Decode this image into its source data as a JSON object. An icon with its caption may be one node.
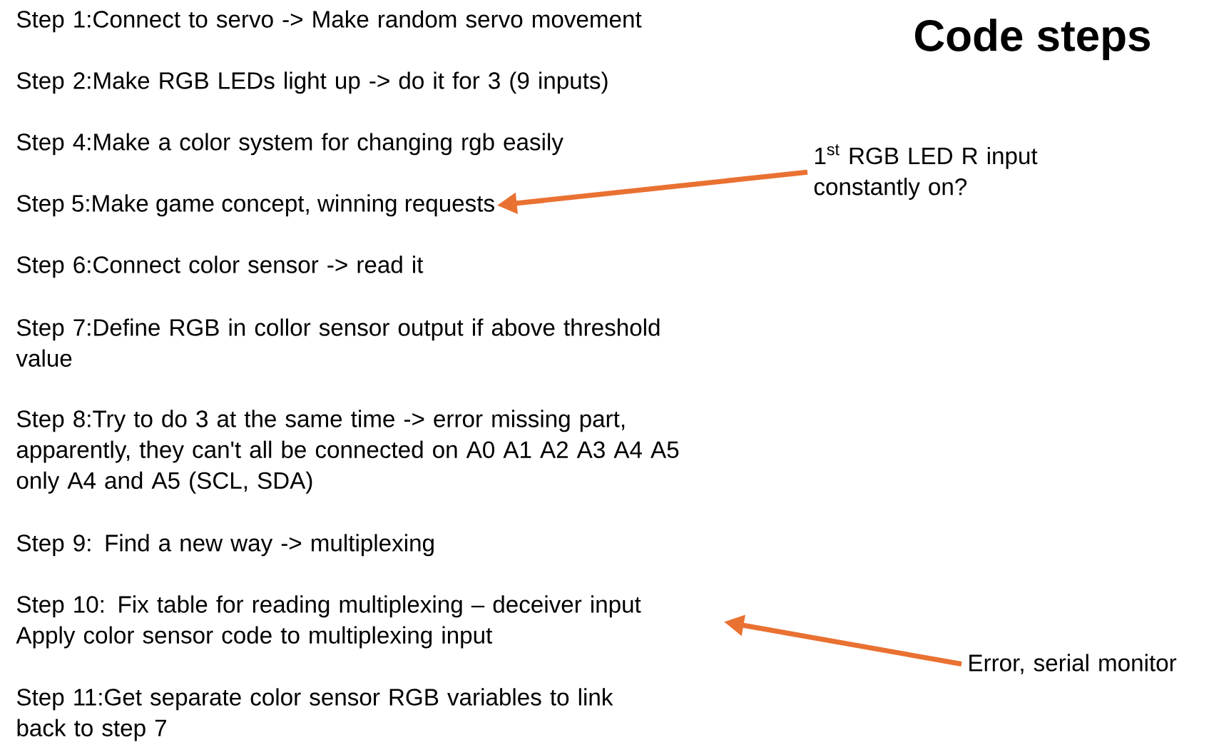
{
  "diagram": {
    "title": "Code steps",
    "nodes": [
      {
        "text": [
          "1$^{st}$ RGB LED R input constantly on?"
        ]
      },
      {
        "text": [
          "Step 5:Make game concept, winning requests"
        ]
      },
      {
        "text": [
          "Step 10: Fix table for reading multiplexing – deceiver input",
          "Apply color sensor code to multiplexing input"
        ]
      },
      {
        "text": [
          "Error, serial monitor"
        ]
      }
    ],
    "edges": [
      {
        "from": 0,
        "to": 1,
        "arrow": "to",
        "color": "#e97132"
      },
      {
        "from": 3,
        "to": 2,
        "arrow": "to",
        "color": "#e97132"
      }
    ],
    "labels": [
      "Step 1:Connect to servo -> Make random servo movement",
      "Step 2:Make RGB LEDs light up -> do it for 3 (9 inputs)",
      "Step 4:Make a color system for changing rgb easily",
      "Step 6:Connect color sensor -> read it",
      "Step 7:Define RGB in collor sensor output if above threshold value",
      "Step 8:Try to do 3 at the same time -> error missing part, apparently, they can't all be connected on A0 A1 A2 A3 A4 A5 only A4 and A5 (SCL, SDA)",
      "Step 9: Find a new way -> multiplexing",
      "Step 11:Get separate color sensor RGB variables to link back to step 7"
    ]
  }
}
